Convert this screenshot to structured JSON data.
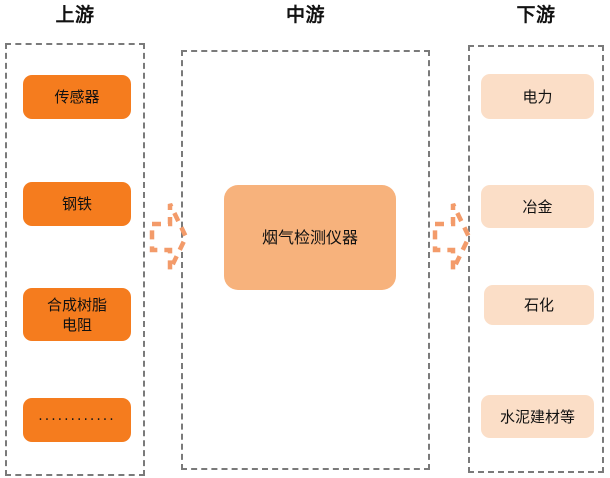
{
  "diagram": {
    "title_upstream": "上游",
    "title_midstream": "中游",
    "title_downstream": "下游",
    "colors": {
      "upstream_node": "#F57C1E",
      "midstream_node": "#F7B27C",
      "downstream_node": "#FBDEC7",
      "group_border": "#7A7A7A",
      "arrow": "#F39B6A",
      "text": "#111111",
      "background": "#FFFFFF"
    },
    "upstream": {
      "label": "上游",
      "nodes": [
        {
          "label": "传感器"
        },
        {
          "label": "钢铁"
        },
        {
          "label": "合成树脂\n电阻"
        },
        {
          "label": "............"
        }
      ]
    },
    "midstream": {
      "label": "中游",
      "nodes": [
        {
          "label": "烟气检测仪器"
        }
      ]
    },
    "downstream": {
      "label": "下游",
      "nodes": [
        {
          "label": "电力"
        },
        {
          "label": "冶金"
        },
        {
          "label": "石化"
        },
        {
          "label": "水泥建材等"
        }
      ]
    },
    "arrows": [
      {
        "name": "upstream-to-midstream",
        "direction": "right"
      },
      {
        "name": "midstream-to-downstream",
        "direction": "right"
      }
    ]
  }
}
